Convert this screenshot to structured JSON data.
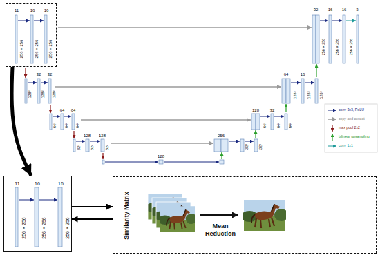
{
  "diagram": {
    "nodes": [
      {
        "text": [
          "11",
          "16",
          "16",
          "256 × 256",
          "256 × 256",
          "256 × 256"
        ]
      },
      {
        "text": [
          "11",
          "16",
          "16",
          "256 × 256",
          "256 × 256",
          "256 × 256"
        ]
      },
      {
        "text": [
          "Similarity Matrix",
          "Mean Reduction"
        ]
      }
    ],
    "edges": [
      {
        "from": 0,
        "to": 1,
        "arrow": "to"
      },
      {
        "from": 1,
        "to": 2,
        "arrow": "to"
      },
      {
        "from": 2,
        "to": 1,
        "arrow": "to"
      }
    ],
    "labels": [
      "32",
      "16",
      "16",
      "3",
      "256 × 256",
      "256 × 256",
      "256 × 256",
      "32",
      "32",
      "128²",
      "128²",
      "128²",
      "64",
      "16",
      "128²",
      "128²",
      "128²",
      "64",
      "64",
      "64²",
      "64²",
      "64²",
      "128",
      "32",
      "64²",
      "64²",
      "64²",
      "128",
      "128",
      "32²",
      "32²",
      "32²",
      "256",
      "32²",
      "32²",
      "128"
    ],
    "legend": [
      {
        "text": "conv 3x3, ReLU"
      },
      {
        "text": "copy and concat"
      },
      {
        "text": "max pool 2x2"
      },
      {
        "text": "bilinear upsampling"
      },
      {
        "text": "conv 1x1"
      }
    ]
  }
}
